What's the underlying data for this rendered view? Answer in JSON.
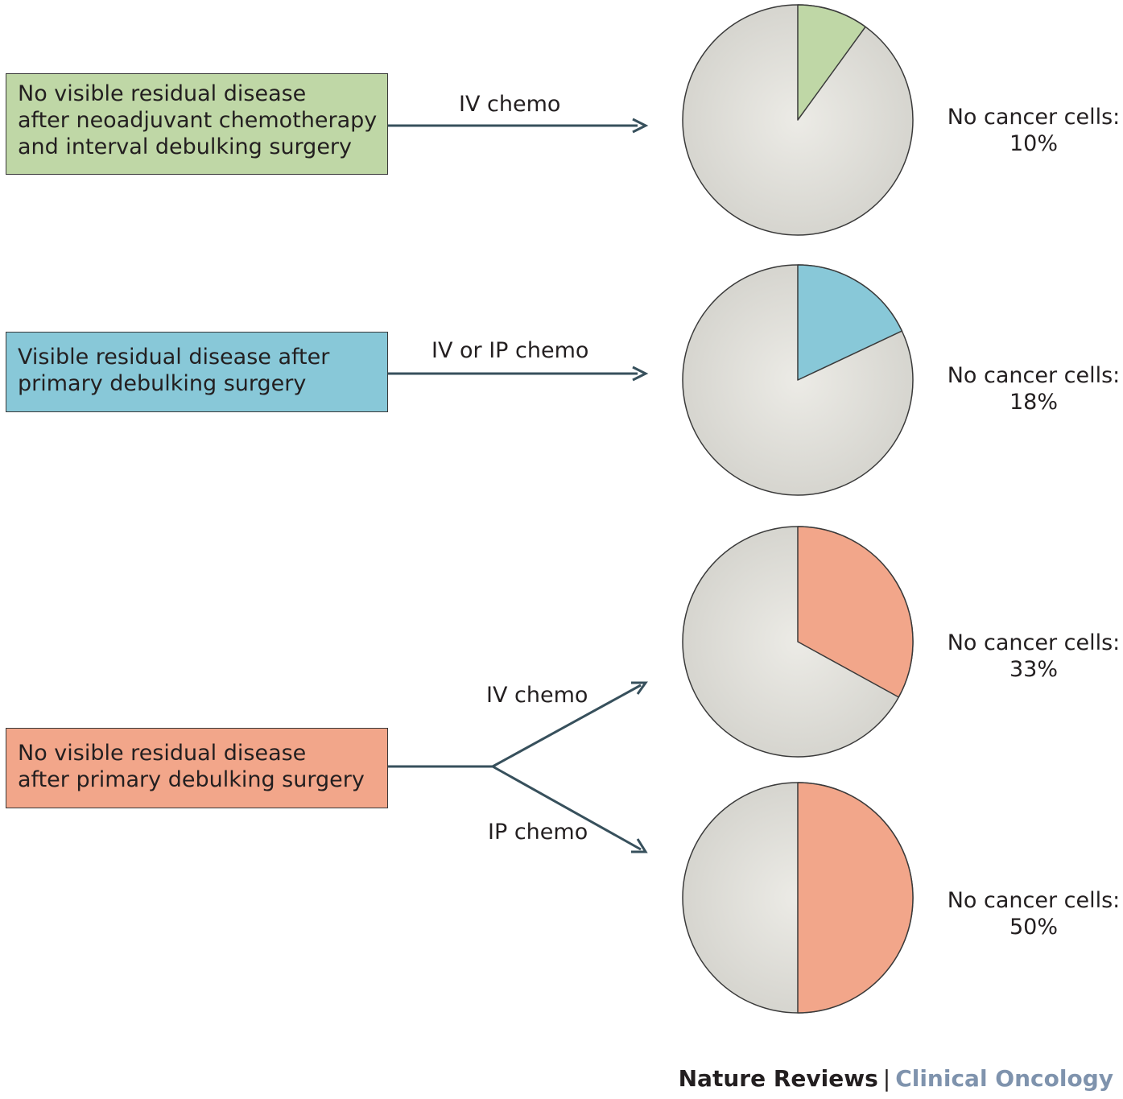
{
  "colors": {
    "green": "#bfd7a6",
    "blue": "#88c8d8",
    "salmon": "#f2a68a",
    "pie_base": "#dddcd6",
    "arrow": "#37505c",
    "footer_accent": "#7f93ad"
  },
  "boxes": [
    {
      "lines": [
        "No visible residual disease",
        "after neoadjuvant chemotherapy",
        "and interval debulking surgery"
      ]
    },
    {
      "lines": [
        "Visible residual disease after",
        "primary debulking surgery"
      ]
    },
    {
      "lines": [
        "No visible residual disease",
        "after primary debulking surgery"
      ]
    }
  ],
  "arrows": [
    {
      "label": "IV chemo"
    },
    {
      "label": "IV or IP chemo"
    },
    {
      "label": "IV chemo"
    },
    {
      "label": "IP chemo"
    }
  ],
  "chart_data": {
    "type": "pie",
    "pies": [
      {
        "label": "No cancer cells:",
        "value_text": "10%",
        "fraction": 0.1,
        "color": "#bfd7a6"
      },
      {
        "label": "No cancer cells:",
        "value_text": "18%",
        "fraction": 0.18,
        "color": "#88c8d8"
      },
      {
        "label": "No cancer cells:",
        "value_text": "33%",
        "fraction": 0.33,
        "color": "#f2a68a"
      },
      {
        "label": "No cancer cells:",
        "value_text": "50%",
        "fraction": 0.5,
        "color": "#f2a68a"
      }
    ]
  },
  "footer": {
    "journal": "Nature Reviews",
    "separator": "|",
    "subject": "Clinical Oncology"
  }
}
